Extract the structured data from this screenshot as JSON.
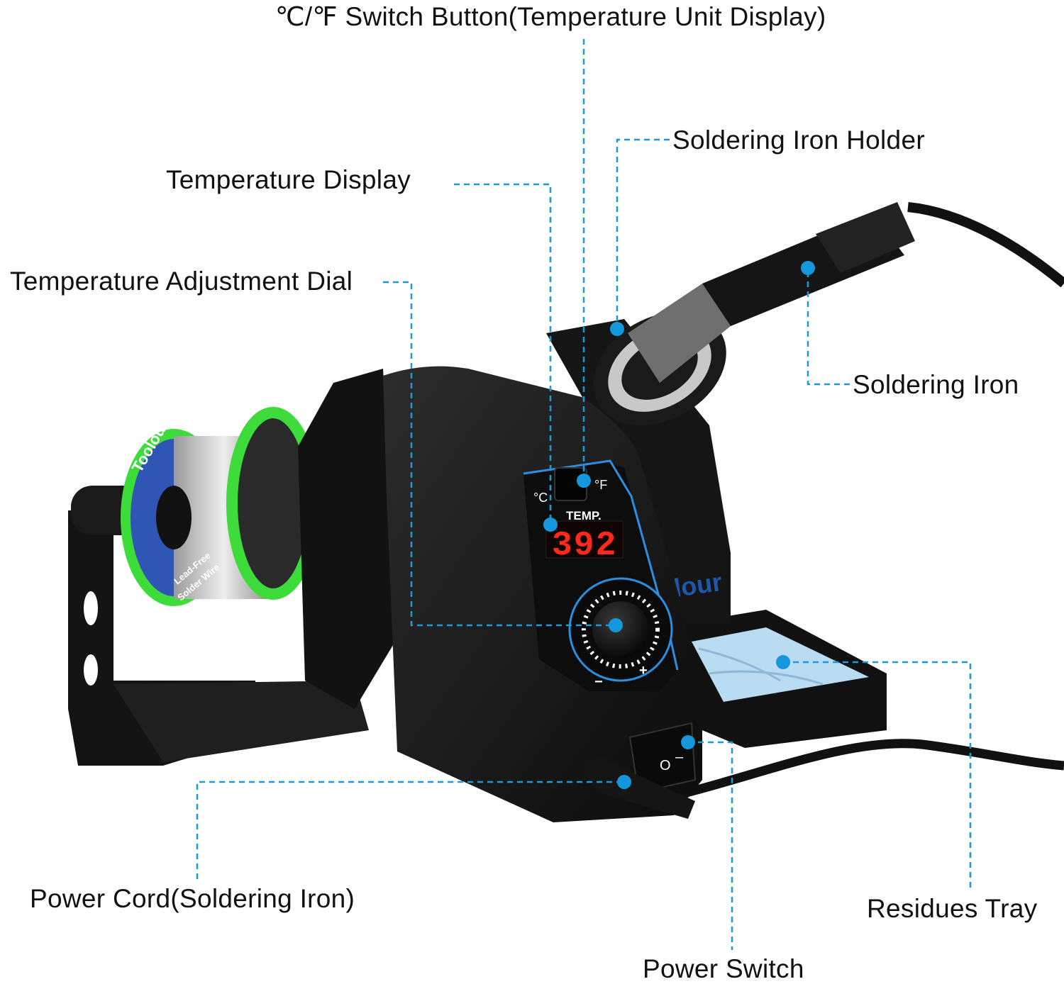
{
  "labels": {
    "switch_button": "℃/℉ Switch Button(Temperature Unit Display)",
    "iron_holder": "Soldering Iron Holder",
    "temperature_display": "Temperature Display",
    "adjustment_dial": "Temperature Adjustment Dial",
    "soldering_iron": "Soldering Iron",
    "power_cord": "Power Cord(Soldering Iron)",
    "residues_tray": "Residues Tray",
    "power_switch": "Power Switch"
  },
  "device": {
    "display_reading": "392",
    "temp_label": "TEMP.",
    "unit_c": "°C",
    "unit_f": "°F",
    "brand": "Toolour",
    "brand_partial": "lour",
    "spool_text_1": "Lead-Free",
    "spool_text_2": "Solder Wire",
    "switch_off": "O",
    "switch_on": "–",
    "dial_minus": "−",
    "dial_plus": "+"
  },
  "colors": {
    "leader": "#1b9ad6",
    "marker": "#1597dd",
    "body": "#1a1a1a",
    "digits": "#ff2a1a",
    "spool_rim": "#3ddc3a",
    "sponge": "#b9dcf2"
  }
}
